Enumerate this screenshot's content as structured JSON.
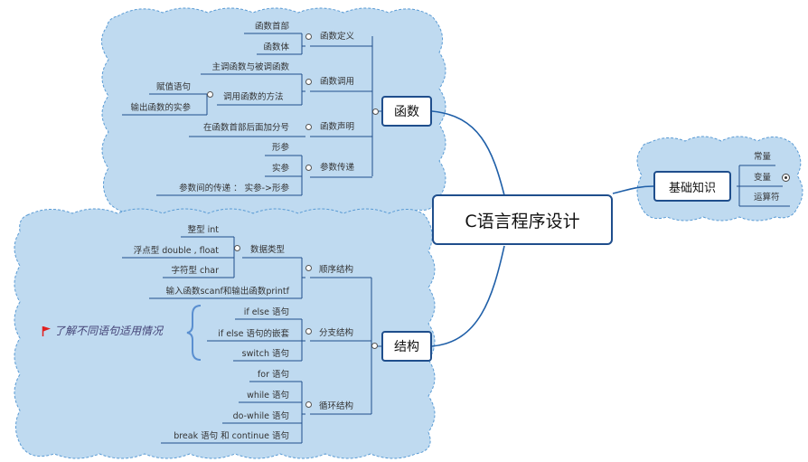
{
  "central": "C语言程序设计",
  "branches": {
    "hanshu": {
      "label": "函数",
      "definition": {
        "label": "函数定义",
        "items": [
          "函数首部",
          "函数体"
        ]
      },
      "call": {
        "label": "函数调用",
        "main_called": "主调函数与被调函数",
        "method": {
          "label": "调用函数的方法",
          "items": [
            "赋值语句",
            "输出函数的实参"
          ]
        }
      },
      "declaration": {
        "label": "函数声明",
        "items": [
          "在函数首部后面加分号"
        ]
      },
      "param": {
        "label": "参数传递",
        "items": [
          "形参",
          "实参",
          "参数间的传递 ： 实参->形参"
        ]
      }
    },
    "jichu": {
      "label": "基础知识",
      "items": [
        "常量",
        "变量",
        "运算符"
      ]
    },
    "jiegou": {
      "label": "结构",
      "sequence": {
        "label": "顺序结构",
        "datatype": {
          "label": "数据类型",
          "items": [
            "整型 int",
            "浮点型 double , float",
            "字符型 char"
          ]
        },
        "io": "输入函数scanf和输出函数printf"
      },
      "branch": {
        "label": "分支结构",
        "items": [
          "if else 语句",
          "if else 语句的嵌套",
          "switch 语句"
        ],
        "note": "了解不同语句适用情况"
      },
      "loop": {
        "label": "循环结构",
        "items": [
          "for 语句",
          "while 语句",
          "do-while 语句",
          "break 语句 和 continue 语句"
        ]
      }
    }
  },
  "colors": {
    "cloud_fill": "#bfdaf0",
    "cloud_border": "#5a9bd4",
    "main_line": "#1f5fa8",
    "thin_line": "#1f4e8c",
    "flag": "#e02020"
  },
  "icons": {
    "collapse_marker": "circle-icon",
    "expanded_marker": "dot-icon",
    "flag": "flag-icon"
  }
}
